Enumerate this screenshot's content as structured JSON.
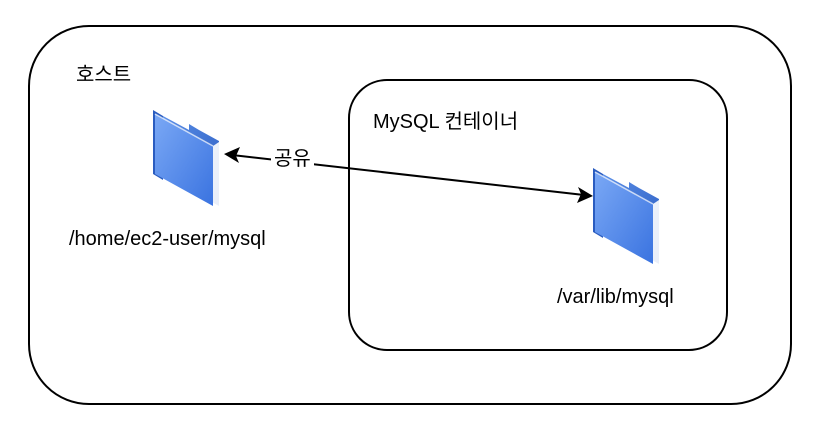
{
  "host": {
    "title": "호스트",
    "folder_path": "/home/ec2-user/mysql",
    "folder_icon": "folder-icon"
  },
  "container": {
    "title": "MySQL 컨테이너",
    "folder_path": "/var/lib/mysql",
    "folder_icon": "folder-icon"
  },
  "connection": {
    "label": "공유",
    "direction": "bidirectional"
  },
  "colors": {
    "border": "#000000",
    "folder_front": "#4a86e8",
    "folder_back": "#2f63c4",
    "folder_highlight": "#ffffff"
  }
}
